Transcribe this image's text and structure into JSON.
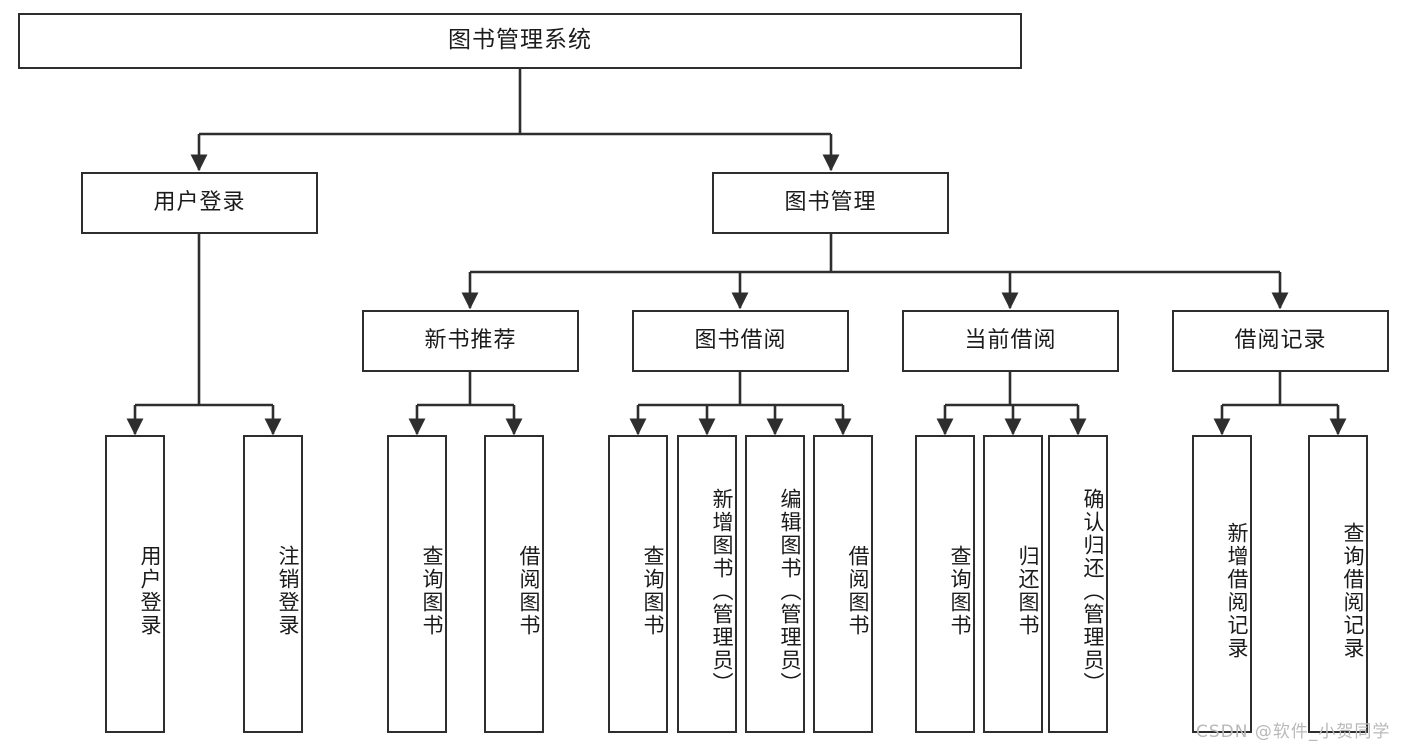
{
  "diagram": {
    "type": "tree",
    "title": "图书管理系统",
    "watermark": "CSDN @软件_小贺同学",
    "colors": {
      "border": "#2e2e2e",
      "background": "#ffffff",
      "text": "#1b1b1b",
      "edge": "#2e2e2e",
      "watermark": "#b9b9b9"
    },
    "root": {
      "label": "图书管理系统"
    },
    "level2": [
      {
        "label": "用户登录"
      },
      {
        "label": "图书管理"
      }
    ],
    "level3": [
      {
        "label": "新书推荐"
      },
      {
        "label": "图书借阅"
      },
      {
        "label": "当前借阅"
      },
      {
        "label": "借阅记录"
      }
    ],
    "leaves": {
      "user_login": [
        {
          "label": "用户登录"
        },
        {
          "label": "注销登录"
        }
      ],
      "new_book": [
        {
          "label": "查询图书"
        },
        {
          "label": "借阅图书"
        }
      ],
      "book_borrow": [
        {
          "label": "查询图书"
        },
        {
          "label": "新增图书（管理员）"
        },
        {
          "label": "编辑图书（管理员）"
        },
        {
          "label": "借阅图书"
        }
      ],
      "current_borrow": [
        {
          "label": "查询图书"
        },
        {
          "label": "归还图书"
        },
        {
          "label": "确认归还（管理员）"
        }
      ],
      "borrow_record": [
        {
          "label": "新增借阅记录"
        },
        {
          "label": "查询借阅记录"
        }
      ]
    }
  }
}
